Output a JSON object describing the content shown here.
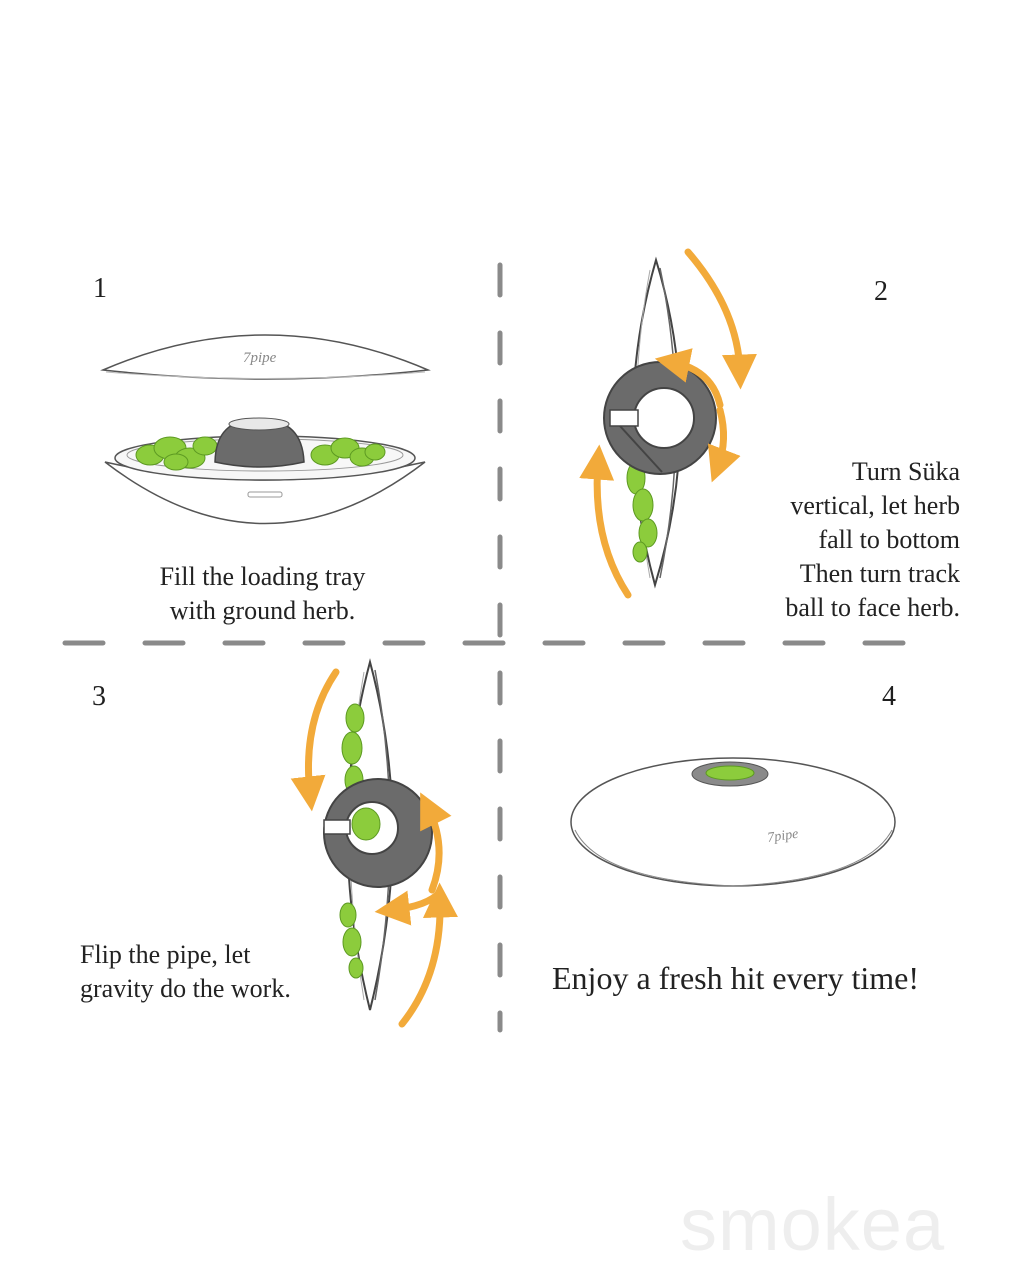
{
  "steps": [
    {
      "number": "1",
      "lines": [
        "Fill the loading tray",
        "with ground herb."
      ]
    },
    {
      "number": "2",
      "lines": [
        "Turn Süka",
        "vertical, let herb",
        "fall to bottom",
        "Then turn track",
        "ball to face herb."
      ]
    },
    {
      "number": "3",
      "lines": [
        "Flip the pipe, let",
        "gravity do the work."
      ]
    },
    {
      "number": "4",
      "lines": [
        "Enjoy a fresh hit every time!"
      ]
    }
  ],
  "product_logo": "7pipe",
  "watermark": "smokea",
  "colors": {
    "arrow": "#f2aa3a",
    "herb": "#8ccc3c",
    "herb_dark": "#5d9a22",
    "track_ball": "#6b6b6b",
    "outline": "#444444",
    "divider": "#8a8a8a"
  }
}
